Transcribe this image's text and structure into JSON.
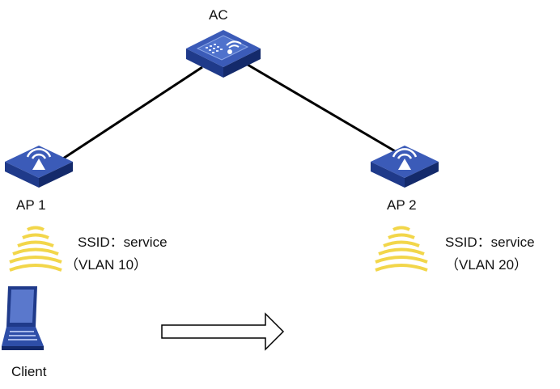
{
  "diagram": {
    "controller": {
      "label": "AC",
      "icon": "wireless-controller-icon"
    },
    "access_points": [
      {
        "label": "AP 1",
        "ssid": "SSID：service",
        "vlan": "（VLAN 10）",
        "icon": "access-point-icon"
      },
      {
        "label": "AP 2",
        "ssid": "SSID：service",
        "vlan": "（VLAN 20）",
        "icon": "access-point-icon"
      }
    ],
    "client": {
      "label": "Client",
      "icon": "laptop-icon"
    },
    "roaming_arrow": {
      "icon": "right-arrow-icon"
    },
    "colors": {
      "device_top": "#3b5bb8",
      "device_side": "#1f3a8a",
      "device_dark": "#142a6b",
      "link": "#000000",
      "signal": "#f2d64a",
      "laptop_screen": "#2e4ea8"
    }
  }
}
